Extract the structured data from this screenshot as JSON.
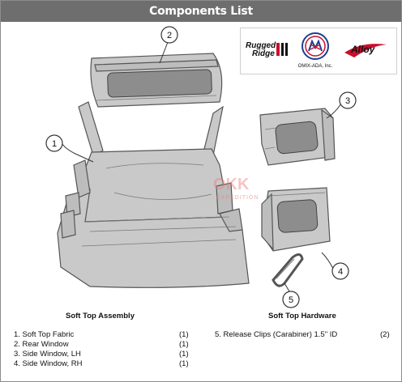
{
  "header": {
    "title": "Components List"
  },
  "logos": {
    "rugged_ridge_line1": "Rugged",
    "rugged_ridge_line2": "Ridge",
    "omix_ada": "OMIX-ADA, Inc.",
    "alloy": "Alloy"
  },
  "watermark": {
    "line1": "OKK",
    "line2": "EXPEDITION"
  },
  "callouts": [
    "1",
    "2",
    "3",
    "4",
    "5"
  ],
  "captions": {
    "assembly": "Soft Top Assembly",
    "hardware": "Soft Top Hardware"
  },
  "parts": [
    {
      "label": "1. Soft Top Fabric",
      "qty": "(1)"
    },
    {
      "label": "2. Rear Window",
      "qty": "(1)"
    },
    {
      "label": "3. Side Window, LH",
      "qty": "(1)"
    },
    {
      "label": "4. Side Window, RH",
      "qty": "(1)"
    },
    {
      "label": "5. Release Clips (Carabiner) 1.5\" ID",
      "qty": "(2)"
    }
  ],
  "colors": {
    "header_bg": "#6e6e6e",
    "fabric": "#c9c9c9",
    "window": "#8a8a8a",
    "accent_red": "#c8102e"
  }
}
